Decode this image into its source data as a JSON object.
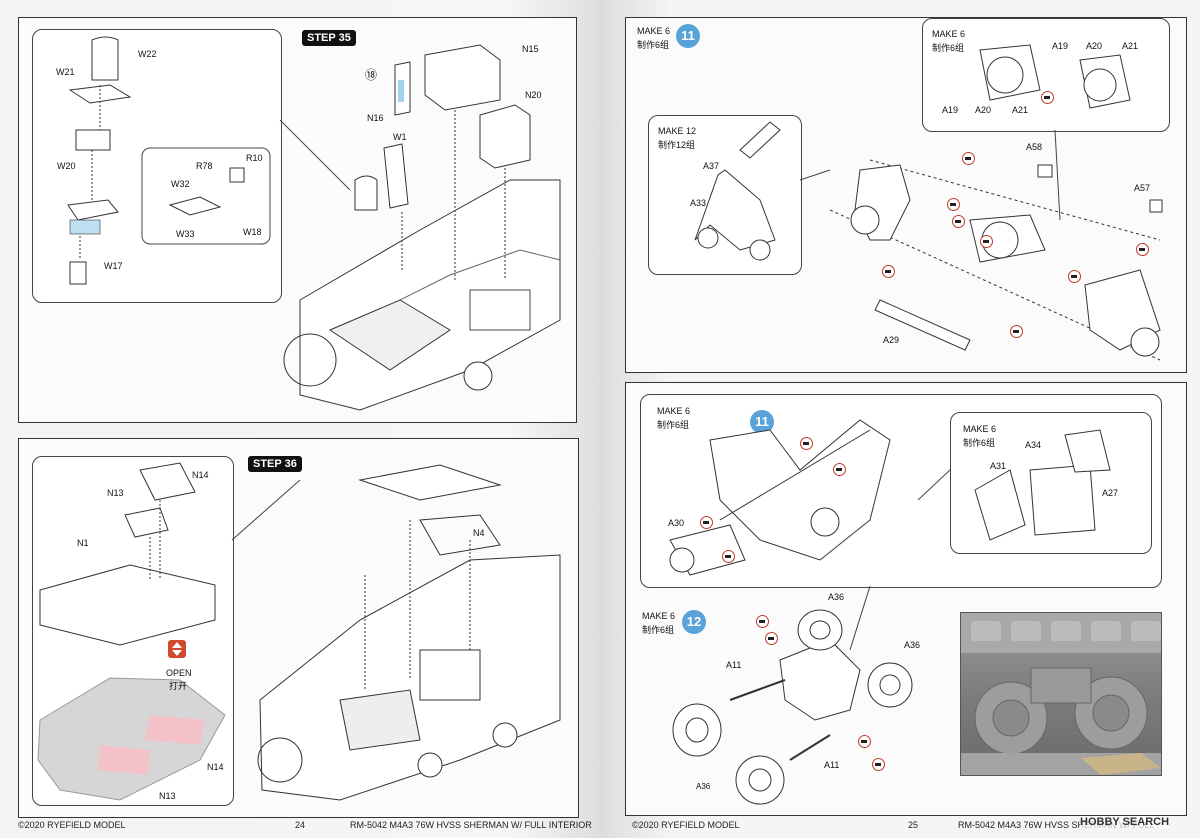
{
  "left_page": {
    "step35": {
      "title": "STEP 35",
      "detail_labels": [
        "W22",
        "W21",
        "W20",
        "R10",
        "R78",
        "W32",
        "W33",
        "W18",
        "W17"
      ],
      "main_labels": [
        "N15",
        "N20",
        "N16",
        "W1"
      ],
      "ref_number": "⑱"
    },
    "step36": {
      "title": "STEP 36",
      "detail_labels": [
        "N14",
        "N13",
        "N1",
        "N14",
        "N13"
      ],
      "main_labels": [
        "N4"
      ],
      "open_text": "OPEN",
      "open_text_cn": "打开"
    },
    "footer": {
      "copyright": "©2020 RYEFIELD MODEL",
      "page_number": "24",
      "product": "RM-5042  M4A3 76W HVSS SHERMAN W/ FULL INTERIOR"
    }
  },
  "right_page": {
    "panel_top": {
      "make_text": "MAKE 6",
      "make_text_cn": "制作6组",
      "step_circle": "11",
      "bubble_make12": "MAKE 12",
      "bubble_make12_cn": "制作12组",
      "bubble_make6": "MAKE 6",
      "bubble_make6_cn": "制作6组",
      "labels": [
        "A37",
        "A33",
        "A58",
        "A57",
        "A29",
        "A19",
        "A20",
        "A21",
        "A19",
        "A20",
        "A21"
      ]
    },
    "panel_bottom": {
      "make_text": "MAKE 6",
      "make_text_cn": "制作6组",
      "step_circle_11": "11",
      "bubble_make6": "MAKE 6",
      "bubble_make6_cn": "制作6组",
      "bubble_labels": [
        "A34",
        "A31",
        "A27"
      ],
      "labels_11": [
        "A30"
      ],
      "make_text_12": "MAKE 6",
      "make_text_12_cn": "制作6组",
      "step_circle_12": "12",
      "labels_12": [
        "A36",
        "A36",
        "A11",
        "A11",
        "A36"
      ]
    },
    "footer": {
      "copyright": "©2020 RYEFIELD MODEL",
      "page_number": "25",
      "product": "RM-5042  M4A3 76W HVSS SHERMAN W/ FULL INTERIOR",
      "watermark": "HOBBY SEARCH"
    }
  }
}
